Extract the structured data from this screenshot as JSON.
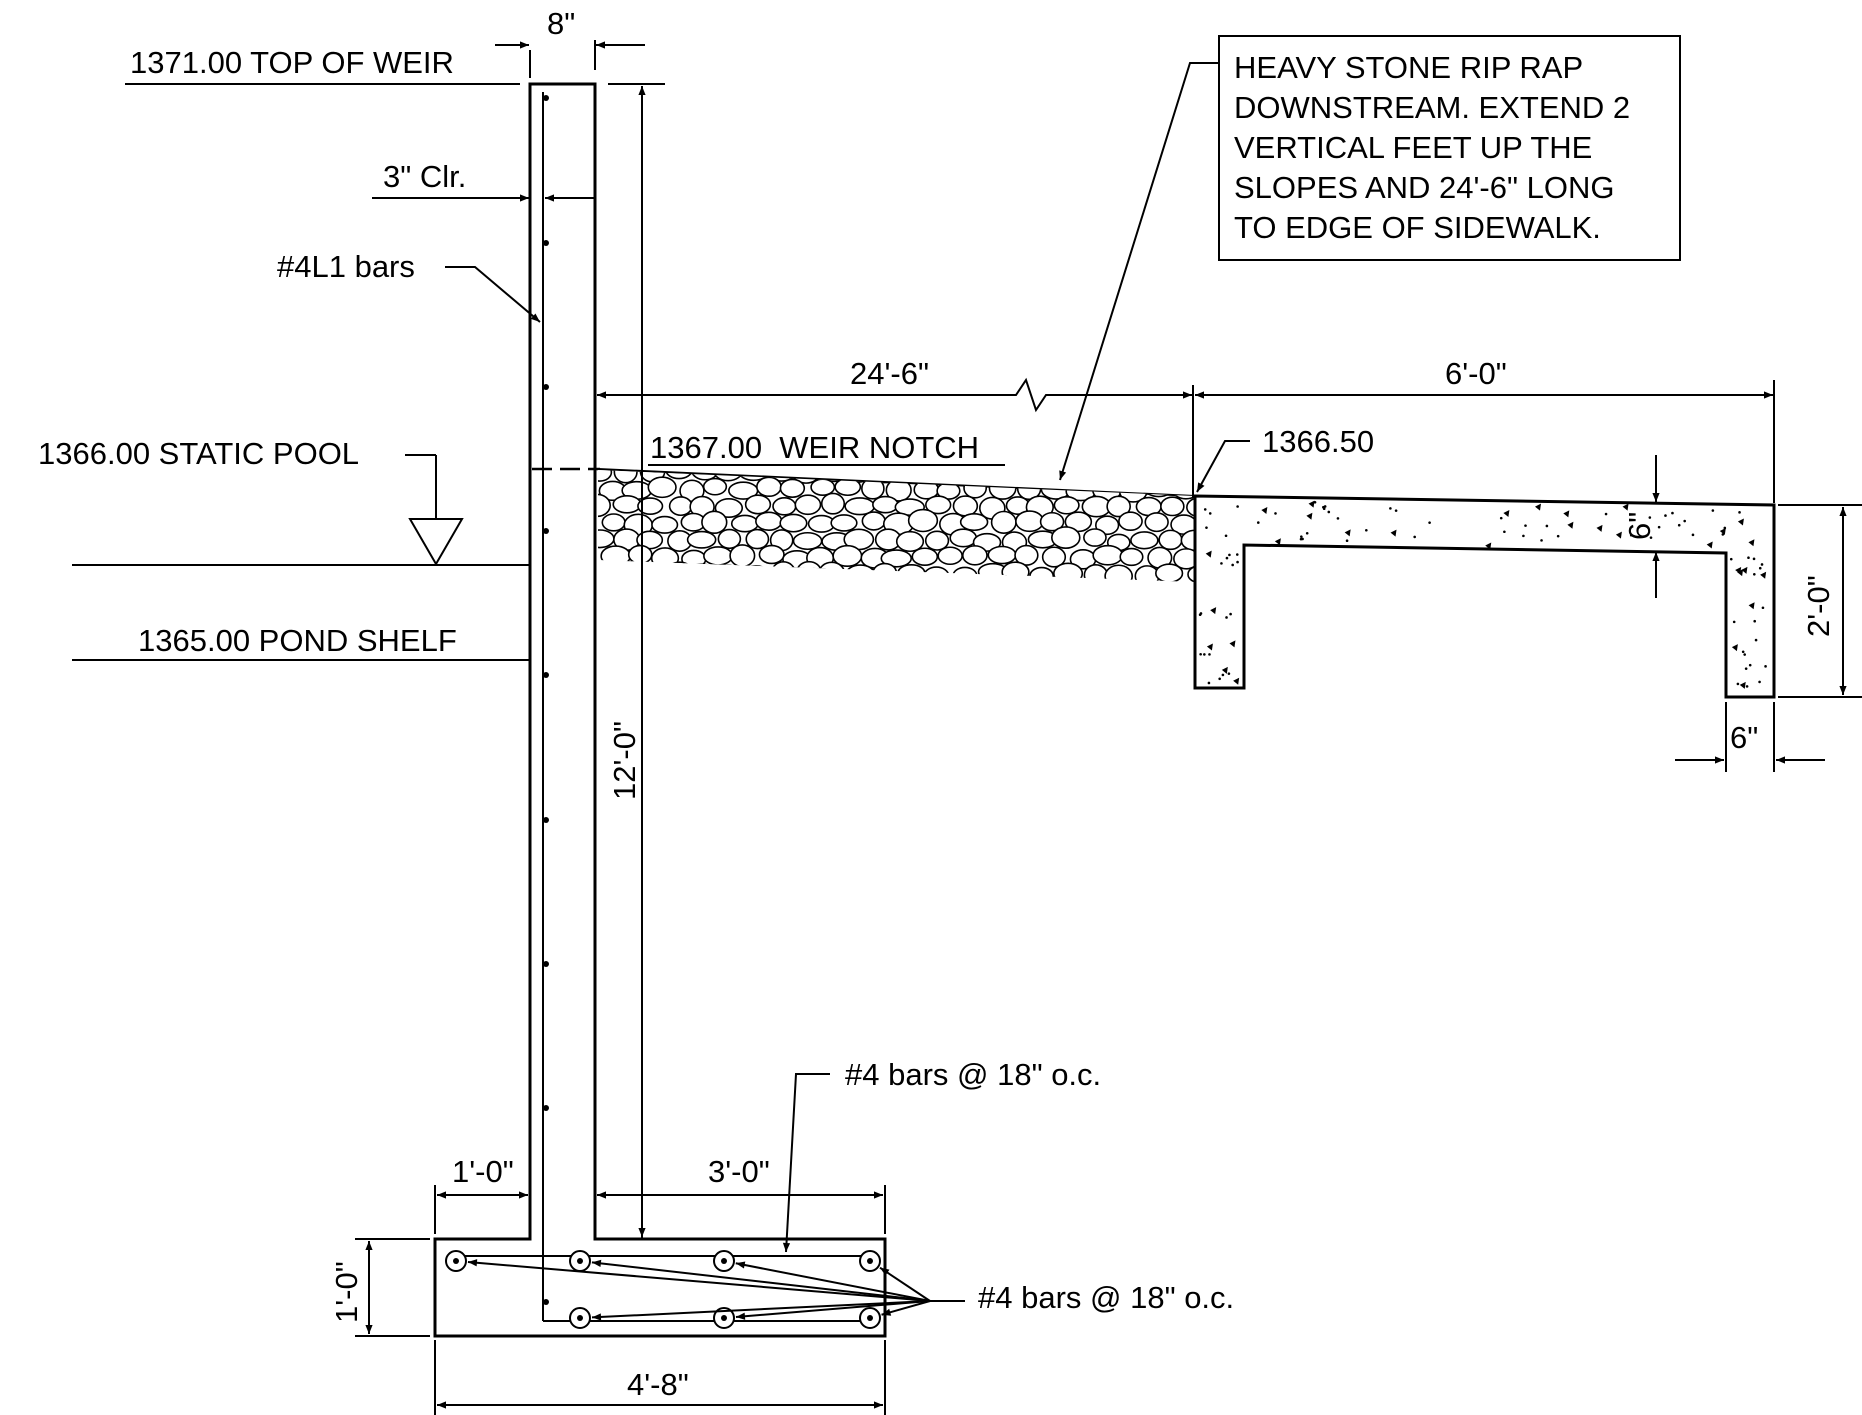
{
  "labels": {
    "top_of_weir": "1371.00 TOP OF WEIR",
    "wall_thickness": "8\"",
    "clear_cover": "3\" Clr.",
    "l1_bars": "#4L1 bars",
    "static_pool": "1366.00 STATIC POOL",
    "pond_shelf": "1365.00 POND SHELF",
    "weir_notch": "1367.00  WEIR NOTCH",
    "riprap_length": "24'-6\"",
    "sidewalk_width": "6'-0\"",
    "sidewalk_elev": "1366.50",
    "slab_thickness": "6\"",
    "curb_depth": "2'-0\"",
    "curb_width": "6\"",
    "wall_height": "12'-0\"",
    "bars_top": "#4 bars @ 18\" o.c.",
    "bars_bottom": "#4 bars @ 18\" o.c.",
    "toe_length": "1'-0\"",
    "heel_length": "3'-0\"",
    "footing_depth": "1'-0\"",
    "footing_width": "4'-8\""
  },
  "note_lines": [
    "HEAVY STONE RIP RAP",
    "DOWNSTREAM. EXTEND 2",
    "VERTICAL FEET UP THE",
    "SLOPES AND 24'-6\" LONG",
    "TO EDGE OF SIDEWALK."
  ],
  "colors": {
    "line": "#000000",
    "background": "#ffffff"
  }
}
